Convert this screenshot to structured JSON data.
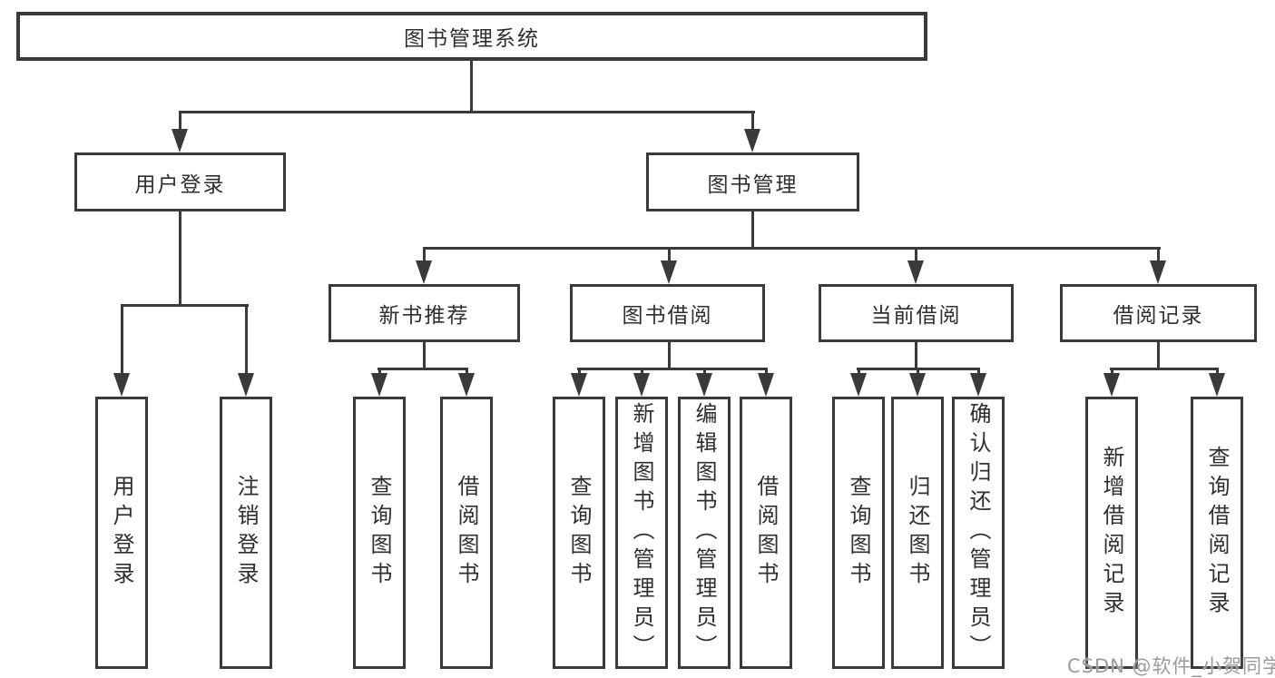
{
  "diagram": {
    "root": {
      "label": "图书管理系统"
    },
    "level2": [
      {
        "label": "用户登录"
      },
      {
        "label": "图书管理"
      }
    ],
    "level3": [
      {
        "label": "新书推荐"
      },
      {
        "label": "图书借阅"
      },
      {
        "label": "当前借阅"
      },
      {
        "label": "借阅记录"
      }
    ],
    "leaves": [
      {
        "label": "用户登录"
      },
      {
        "label": "注销登录"
      },
      {
        "label": "查询图书"
      },
      {
        "label": "借阅图书"
      },
      {
        "label": "查询图书"
      },
      {
        "label": "新增图书（管理员）"
      },
      {
        "label": "编辑图书（管理员）"
      },
      {
        "label": "借阅图书"
      },
      {
        "label": "查询图书"
      },
      {
        "label": "归还图书"
      },
      {
        "label": "确认归还（管理员）"
      },
      {
        "label": "新增借阅记录"
      },
      {
        "label": "查询借阅记录"
      }
    ],
    "colors": {
      "line": "#3a3a3a",
      "text": "#2f2f2f",
      "watermark": "#9b9b9b",
      "background": "#ffffff"
    }
  },
  "watermark": {
    "text": "CSDN @软件_小贺同学"
  }
}
